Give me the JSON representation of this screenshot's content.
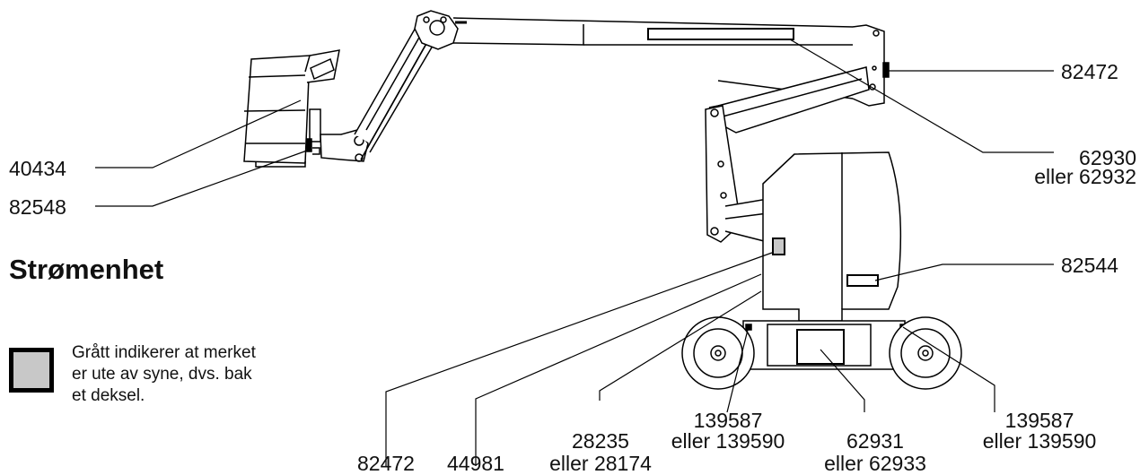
{
  "section_title": "Strømenhet",
  "legend": {
    "swatch_color": "#c8c8c8",
    "lines": [
      "Grått indikerer at merket",
      "er ute av syne, dvs. bak",
      "et deksel."
    ]
  },
  "labels": {
    "platform_top": "40434",
    "platform_bottom": "82548",
    "boom_tip": "82472",
    "boom_decal_a": "62930",
    "boom_decal_b": "eller 62932",
    "turntable_right": "82544",
    "bottom_82472": "82472",
    "bottom_44981": "44981",
    "bottom_28235_a": "28235",
    "bottom_28235_b": "eller 28174",
    "left_139587_a": "139587",
    "left_139587_b": "eller 139590",
    "chassis_62931_a": "62931",
    "chassis_62931_b": "eller 62933",
    "right_139587_a": "139587",
    "right_139587_b": "eller 139590"
  }
}
